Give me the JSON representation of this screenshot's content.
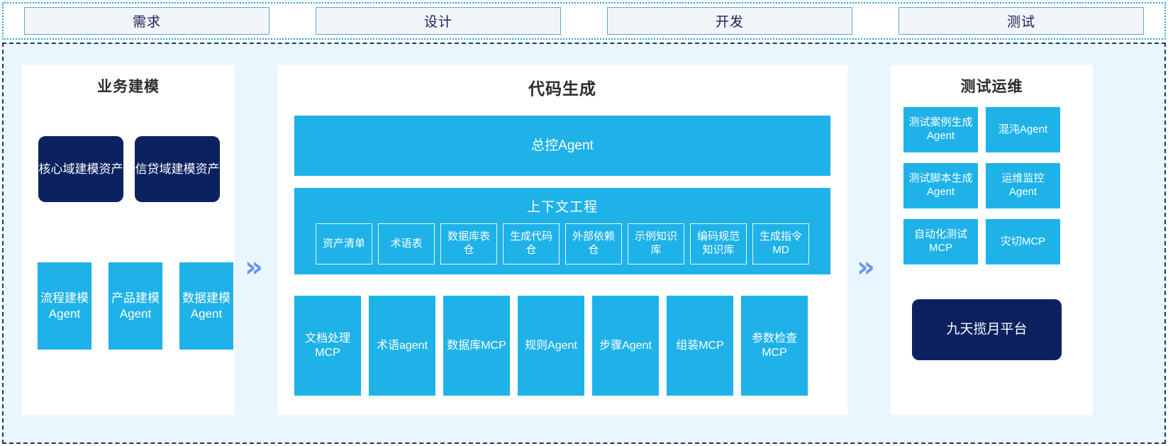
{
  "phases": {
    "items": [
      {
        "label": "需求"
      },
      {
        "label": "设计"
      },
      {
        "label": "开发"
      },
      {
        "label": "测试"
      }
    ]
  },
  "flow_icons": {
    "chevron_1": "»",
    "chevron_2": "»"
  },
  "colors": {
    "accent_blue": "#1eb2e8",
    "navy": "#0c2260",
    "panel_bg": "#eaf6fd",
    "phase_bg": "#f1f5f8",
    "phase_border": "#5fa9cf",
    "frame_border": "#1b3a6b",
    "strip_border": "#27a5d6",
    "chevron": "#6b93ee"
  },
  "business_modeling": {
    "title": "业务建模",
    "assets": [
      {
        "label": "核心域建模资产"
      },
      {
        "label": "信贷域建模资产"
      }
    ],
    "agents": [
      {
        "label": "流程建模Agent"
      },
      {
        "label": "产品建模Agent"
      },
      {
        "label": "数据建模Agent"
      }
    ]
  },
  "code_generation": {
    "title": "代码生成",
    "master_agent": "总控Agent",
    "context_engineering": {
      "title": "上下文工程",
      "items": [
        {
          "label": "资产清单"
        },
        {
          "label": "术语表"
        },
        {
          "label": "数据库表仓"
        },
        {
          "label": "生成代码仓"
        },
        {
          "label": "外部依赖仓"
        },
        {
          "label": "示例知识库"
        },
        {
          "label": "编码规范知识库"
        },
        {
          "label": "生成指令MD"
        }
      ]
    },
    "tools": [
      {
        "label": "文档处理MCP"
      },
      {
        "label": "术语agent"
      },
      {
        "label": "数据库MCP"
      },
      {
        "label": "规则Agent"
      },
      {
        "label": "步骤Agent"
      },
      {
        "label": "组装MCP"
      },
      {
        "label": "参数检查MCP"
      }
    ]
  },
  "test_ops": {
    "title": "测试运维",
    "items": [
      {
        "label": "测试案例生成Agent"
      },
      {
        "label": "混沌Agent"
      },
      {
        "label": "测试脚本生成Agent"
      },
      {
        "label": "运维监控Agent"
      },
      {
        "label": "自动化测试MCP"
      },
      {
        "label": "灾切MCP"
      }
    ],
    "platform": {
      "label": "九天揽月平台"
    }
  }
}
